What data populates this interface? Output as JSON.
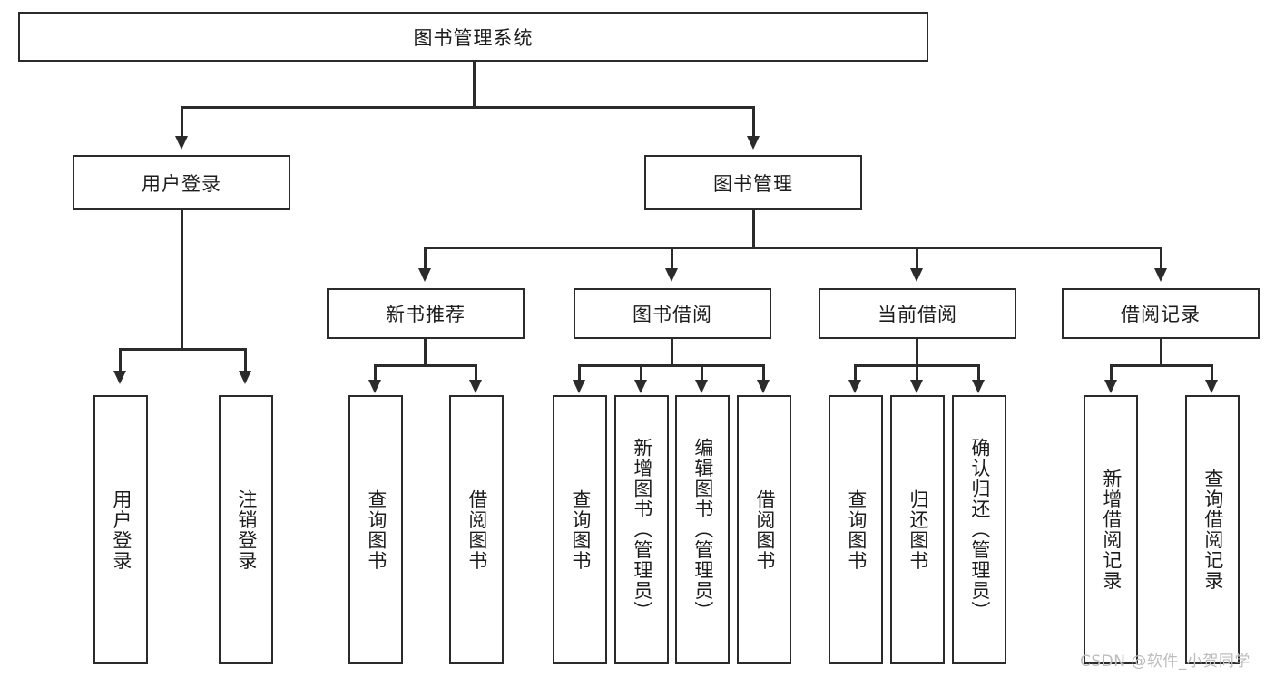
{
  "diagram": {
    "title": "图书管理系统",
    "type": "hierarchy-tree",
    "root": {
      "label": "图书管理系统"
    },
    "level2": [
      {
        "label": "用户登录"
      },
      {
        "label": "图书管理"
      }
    ],
    "level3": [
      {
        "label": "新书推荐"
      },
      {
        "label": "图书借阅"
      },
      {
        "label": "当前借阅"
      },
      {
        "label": "借阅记录"
      }
    ],
    "leaves": {
      "user_login": [
        {
          "label": "用户登录"
        },
        {
          "label": "注销登录"
        }
      ],
      "new_book_recommend": [
        {
          "label": "查询图书"
        },
        {
          "label": "借阅图书"
        }
      ],
      "book_borrow": [
        {
          "label": "查询图书"
        },
        {
          "label": "新增图书（管理员）"
        },
        {
          "label": "编辑图书（管理员）"
        },
        {
          "label": "借阅图书"
        }
      ],
      "current_borrow": [
        {
          "label": "查询图书"
        },
        {
          "label": "归还图书"
        },
        {
          "label": "确认归还（管理员）"
        }
      ],
      "borrow_record": [
        {
          "label": "新增借阅记录"
        },
        {
          "label": "查询借阅记录"
        }
      ]
    }
  },
  "watermark": {
    "text": "CSDN @软件_小贺同学"
  },
  "colors": {
    "stroke": "#2b2b2b",
    "background": "#ffffff",
    "text": "#1c1c1c",
    "watermark": "#bdbdbd"
  }
}
